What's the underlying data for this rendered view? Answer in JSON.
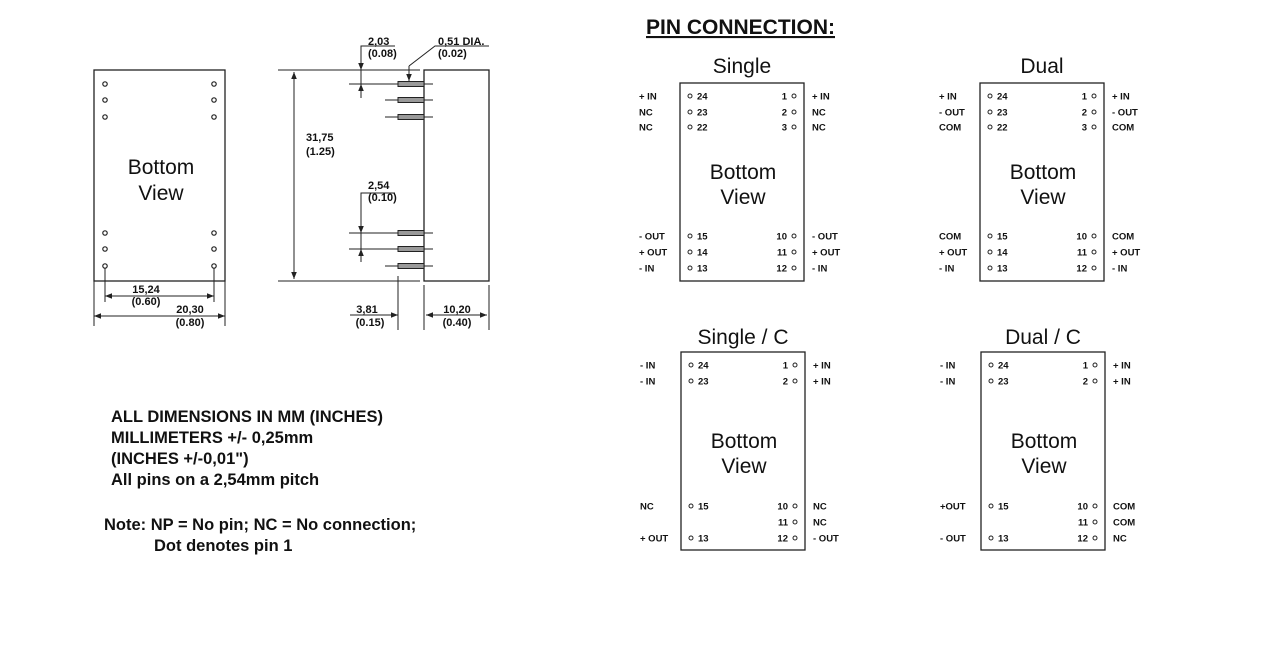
{
  "drawing": {
    "bottom_view_label": [
      "Bottom",
      "View"
    ],
    "dims": {
      "pin_span": {
        "mm": "15,24",
        "in": "(0.60)"
      },
      "width": {
        "mm": "20,30",
        "in": "(0.80)"
      },
      "height": {
        "mm": "31,75",
        "in": "(1.25)"
      },
      "edge": {
        "mm": "2,03",
        "in": "(0.08)"
      },
      "pin_dia": {
        "mm": "0,51 DIA.",
        "in": "(0.02)"
      },
      "pitch": {
        "mm": "2,54",
        "in": "(0.10)"
      },
      "pin_len": {
        "mm": "3,81",
        "in": "(0.15)"
      },
      "thickness": {
        "mm": "10,20",
        "in": "(0.40)"
      }
    }
  },
  "notes": {
    "lines": [
      "ALL  DIMENSIONS IN  MM  (INCHES)",
      "MILLIMETERS  +/- 0,25mm",
      "(INCHES   +/-0,01\")",
      "All pins on a 2,54mm pitch"
    ],
    "note1": "Note: NP = No pin; NC = No connection;",
    "note2": "Dot denotes pin 1"
  },
  "pin_connection": {
    "heading": "PIN  CONNECTION:",
    "bottom_view_label": [
      "Bottom",
      "View"
    ],
    "variants": [
      {
        "title": "Single",
        "top": [
          [
            "+ IN",
            "24",
            "1",
            "+ IN"
          ],
          [
            "NC",
            "23",
            "2",
            "NC"
          ],
          [
            "NC",
            "22",
            "3",
            "NC"
          ]
        ],
        "bottom": [
          [
            "-  OUT",
            "15",
            "10",
            "-  OUT"
          ],
          [
            "+ OUT",
            "14",
            "11",
            "+ OUT"
          ],
          [
            "- IN",
            "13",
            "12",
            "- IN"
          ]
        ]
      },
      {
        "title": "Dual",
        "top": [
          [
            "+ IN",
            "24",
            "1",
            "+ IN"
          ],
          [
            "-  OUT",
            "23",
            "2",
            "-  OUT"
          ],
          [
            "COM",
            "22",
            "3",
            "COM"
          ]
        ],
        "bottom": [
          [
            "COM",
            "15",
            "10",
            "COM"
          ],
          [
            "+ OUT",
            "14",
            "11",
            "+ OUT"
          ],
          [
            "- IN",
            "13",
            "12",
            "- IN"
          ]
        ]
      },
      {
        "title": "Single / C",
        "top": [
          [
            "- IN",
            "24",
            "1",
            "+ IN"
          ],
          [
            "- IN",
            "23",
            "2",
            "+ IN"
          ]
        ],
        "bottom": [
          [
            "NC",
            "15",
            "10",
            "NC"
          ],
          [
            "",
            "",
            "11",
            "NC"
          ],
          [
            "+ OUT",
            "13",
            "12",
            "- OUT"
          ]
        ]
      },
      {
        "title": "Dual / C",
        "top": [
          [
            "-  IN",
            "24",
            "1",
            "+ IN"
          ],
          [
            "-  IN",
            "23",
            "2",
            "+ IN"
          ]
        ],
        "bottom": [
          [
            "+OUT",
            "15",
            "10",
            "COM"
          ],
          [
            "",
            "",
            "11",
            "COM"
          ],
          [
            "-  OUT",
            "13",
            "12",
            "NC"
          ]
        ]
      }
    ]
  }
}
